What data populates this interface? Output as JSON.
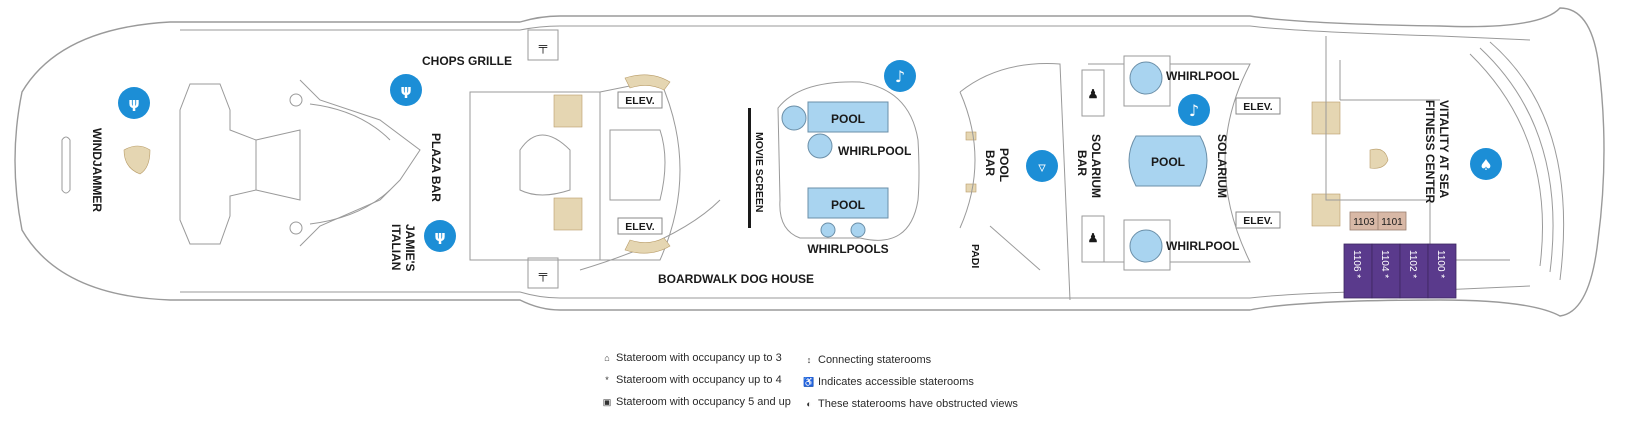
{
  "deck": {
    "venues": {
      "chops_grille": "CHOPS GRILLE",
      "windjammer": "WINDJAMMER",
      "plaza_bar": "PLAZA BAR",
      "jamies_line1": "JAMIE'S",
      "jamies_line2": "ITALIAN",
      "movie_screen": "MOVIE SCREEN",
      "boardwalk": "BOARDWALK DOG HOUSE",
      "pool_bar_line1": "POOL",
      "pool_bar_line2": "BAR",
      "padi": "PADI",
      "solarium_bar_line1": "SOLARIUM",
      "solarium_bar_line2": "BAR",
      "solarium": "SOLARIUM",
      "vitality_line1": "VITALITY AT SEA",
      "vitality_line2": "FITNESS CENTER"
    },
    "elevators": [
      "ELEV.",
      "ELEV.",
      "ELEV.",
      "ELEV."
    ],
    "pools": {
      "pool_top": "POOL",
      "pool_bottom": "POOL",
      "whirlpool_mid": "WHIRLPOOL",
      "whirlpools": "WHIRLPOOLS",
      "solarium_pool": "POOL",
      "whirlpool_top": "WHIRLPOOL",
      "whirlpool_bottom": "WHIRLPOOL"
    },
    "staterooms_tan": [
      "1103",
      "1101"
    ],
    "staterooms_purple": [
      "1106 *",
      "1104 *",
      "1102 *",
      "1100 *"
    ]
  },
  "legend": {
    "items": [
      {
        "icon": "occupancy-3-icon",
        "glyph": "⌂",
        "text": "Stateroom with occupancy up to 3"
      },
      {
        "icon": "occupancy-4-icon",
        "glyph": "*",
        "text": "Stateroom with occupancy up to 4"
      },
      {
        "icon": "occupancy-5-icon",
        "glyph": "▣",
        "text": "Stateroom with occupancy 5 and up"
      },
      {
        "icon": "connecting-icon",
        "glyph": "↕",
        "text": "Connecting staterooms"
      },
      {
        "icon": "accessible-icon",
        "glyph": "♿",
        "text": "Indicates accessible staterooms"
      },
      {
        "icon": "obstructed-icon",
        "glyph": "◐",
        "text": "These staterooms have obstructed views"
      }
    ]
  },
  "colors": {
    "badge_blue": "#1c8ed6",
    "pool_blue": "#a9d4f0",
    "stair_tan": "#e5d6b2",
    "cabin_tan": "#d8b8a6",
    "cabin_purple": "#5a3a8c"
  }
}
